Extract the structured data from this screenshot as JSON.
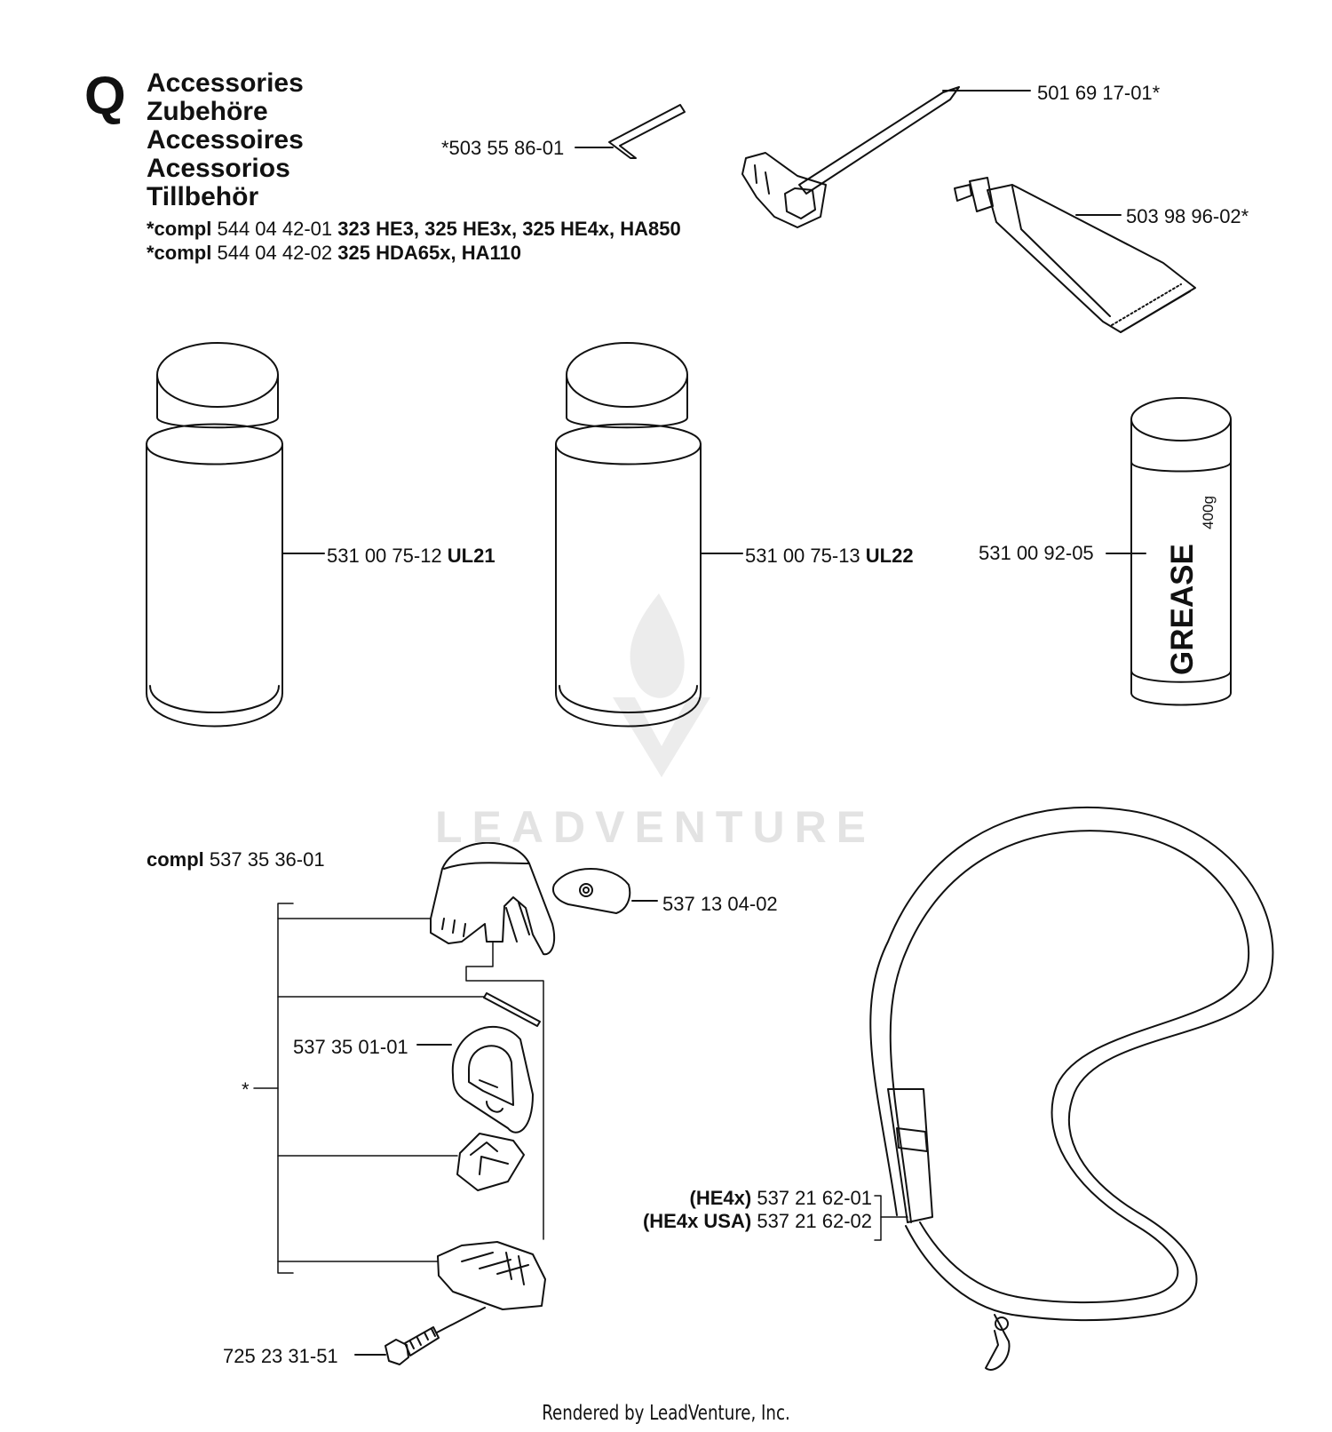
{
  "section": {
    "letter": "Q",
    "titles": [
      "Accessories",
      "Zubehöre",
      "Accessoires",
      "Acessorios",
      "Tillbehör"
    ],
    "compl_lines": [
      {
        "prefix": "*compl",
        "part": "544 04 42-01",
        "models": "323 HE3, 325 HE3x, 325 HE4x, HA850"
      },
      {
        "prefix": "*compl",
        "part": "544 04 42-02",
        "models": "325 HDA65x, HA110"
      }
    ]
  },
  "parts": {
    "allen_key": "*503 55 86-01",
    "spark_plug_wrench": "501 69 17-01*",
    "grease_tube": "503 98 96-02*",
    "spray_can_1": {
      "part": "531 00 75-12",
      "code": "UL21"
    },
    "spray_can_2": {
      "part": "531 00 75-13",
      "code": "UL22"
    },
    "grease_cartridge": {
      "part": "531 00 92-05",
      "label": "GREASE",
      "weight": "400g"
    },
    "harness_assembly": {
      "prefix": "compl",
      "part": "537 35 36-01"
    },
    "knob": "537 13 04-02",
    "clip": "537 35 01-01",
    "asterisk": "*",
    "screw": "725 23 31-51",
    "strap": [
      {
        "model": "(HE4x)",
        "part": "537 21 62-01"
      },
      {
        "model": "(HE4x USA)",
        "part": "537 21 62-02"
      }
    ]
  },
  "watermark": "LEADVENTURE",
  "footer": "Rendered by LeadVenture, Inc."
}
